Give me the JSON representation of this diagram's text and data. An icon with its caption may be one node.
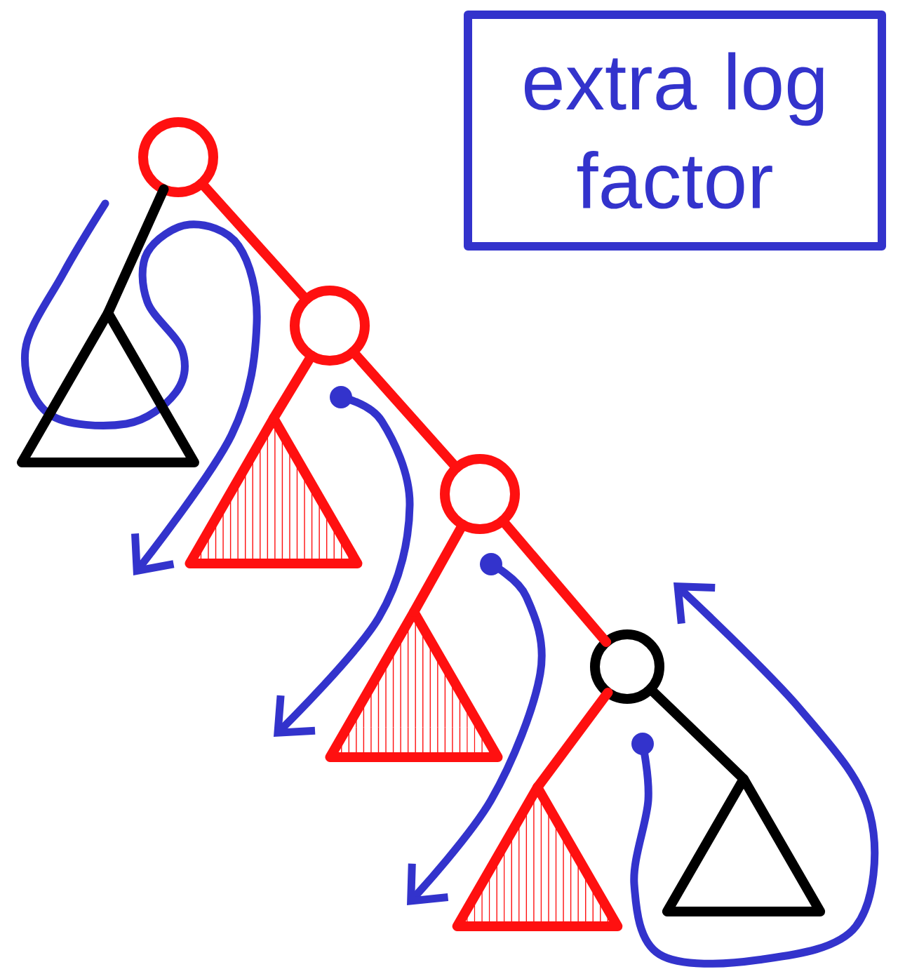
{
  "diagram": {
    "nodes": [
      {
        "text": [
          "extra log factor"
        ]
      },
      {
        "text": [],
        "shape": "circle"
      },
      {
        "text": [],
        "shape": "circle"
      },
      {
        "text": [],
        "shape": "circle"
      },
      {
        "text": [],
        "shape": "circle"
      },
      {
        "text": [],
        "shape": "triangle"
      },
      {
        "text": [],
        "shape": "triangle"
      },
      {
        "text": [],
        "shape": "triangle"
      },
      {
        "text": [],
        "shape": "triangle"
      },
      {
        "text": [],
        "shape": "triangle"
      }
    ],
    "edges": [
      {
        "from": 1,
        "to": 2,
        "arrow": "none"
      },
      {
        "from": 2,
        "to": 3,
        "arrow": "none"
      },
      {
        "from": 3,
        "to": 4,
        "arrow": "none"
      },
      {
        "from": 1,
        "to": 5,
        "arrow": "none",
        "color": "#000000"
      },
      {
        "from": 2,
        "to": 6,
        "arrow": "none"
      },
      {
        "from": 3,
        "to": 7,
        "arrow": "none"
      },
      {
        "from": 4,
        "to": 8,
        "arrow": "none"
      },
      {
        "from": 4,
        "to": 9,
        "arrow": "none",
        "color": "#000000"
      }
    ]
  }
}
